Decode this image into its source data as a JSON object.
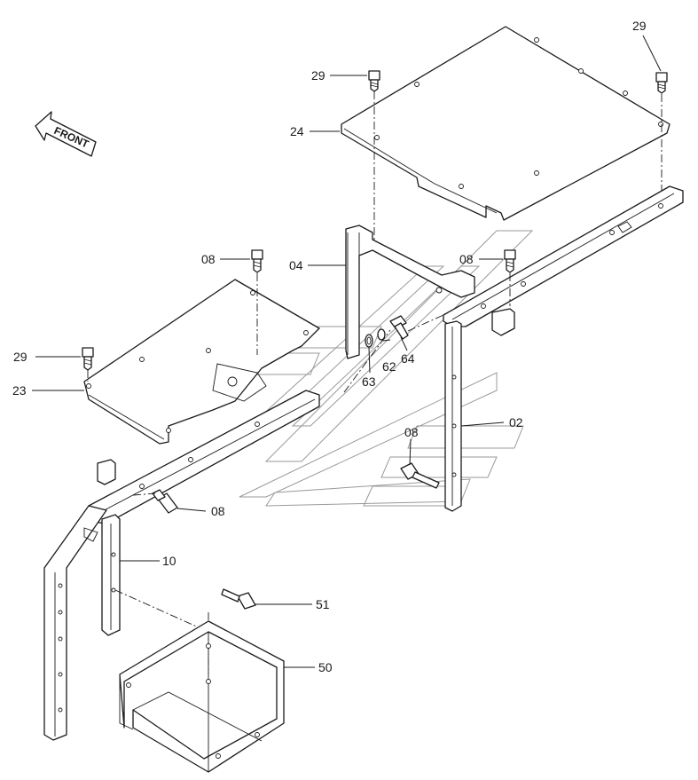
{
  "diagram": {
    "direction_label": "FRONT",
    "callouts": [
      {
        "id": "c29a",
        "text": "29"
      },
      {
        "id": "c29b",
        "text": "29"
      },
      {
        "id": "c24",
        "text": "24"
      },
      {
        "id": "c08a",
        "text": "08"
      },
      {
        "id": "c04",
        "text": "04"
      },
      {
        "id": "c08b",
        "text": "08"
      },
      {
        "id": "c29c",
        "text": "29"
      },
      {
        "id": "c23",
        "text": "23"
      },
      {
        "id": "c63",
        "text": "63"
      },
      {
        "id": "c62",
        "text": "62"
      },
      {
        "id": "c64",
        "text": "64"
      },
      {
        "id": "c02",
        "text": "02"
      },
      {
        "id": "c08c",
        "text": "08"
      },
      {
        "id": "c08d",
        "text": "08"
      },
      {
        "id": "c10",
        "text": "10"
      },
      {
        "id": "c51",
        "text": "51"
      },
      {
        "id": "c50",
        "text": "50"
      }
    ]
  }
}
